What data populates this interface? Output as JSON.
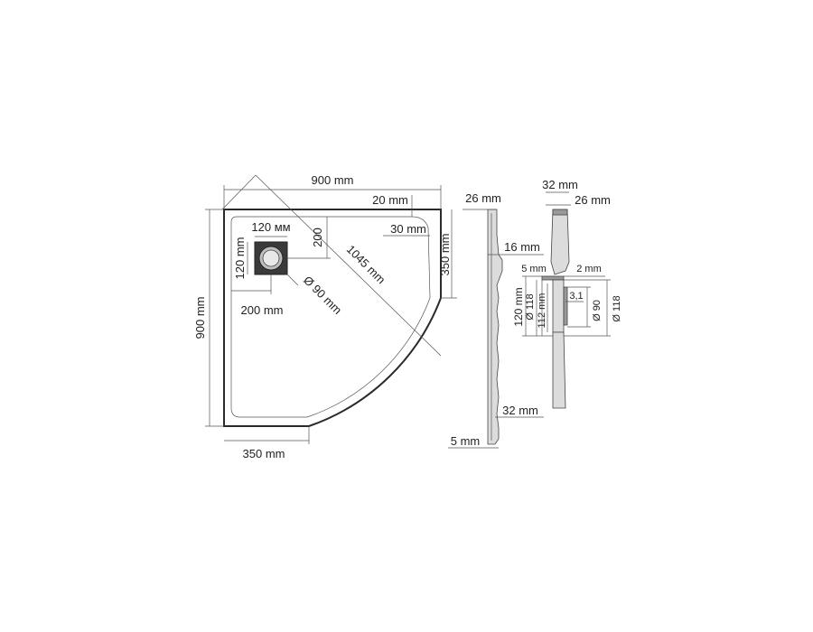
{
  "plan": {
    "width_label": "900 mm",
    "height_label": "900 mm",
    "diagonal_label": "1045 mm",
    "wall_20_label": "20 mm",
    "corner_30_label": "30 mm",
    "straight_350_right_label": "350 mm",
    "straight_350_bottom_label": "350 mm",
    "drain_box_label": "120 мм",
    "drain_box_side_label": "120 mm",
    "drain_offset_x_label": "200 mm",
    "drain_offset_y_label": "200",
    "drain_diameter_label": "Ø 90 mm"
  },
  "profile": {
    "top_thickness_label": "26 mm",
    "step_label": "16 mm",
    "bottom_label": "32 mm",
    "base_label": "5 mm"
  },
  "section": {
    "top_32_label": "32 mm",
    "top_26_label": "26 mm",
    "left_5_label": "5 mm",
    "right_2_label": "2 mm",
    "height_120_label": "120 mm",
    "d118_left_label": "Ø 118",
    "h112_label": "112 mm",
    "t31_label": "3,1",
    "d90_label": "Ø 90",
    "d118_right_label": "Ø 118"
  }
}
